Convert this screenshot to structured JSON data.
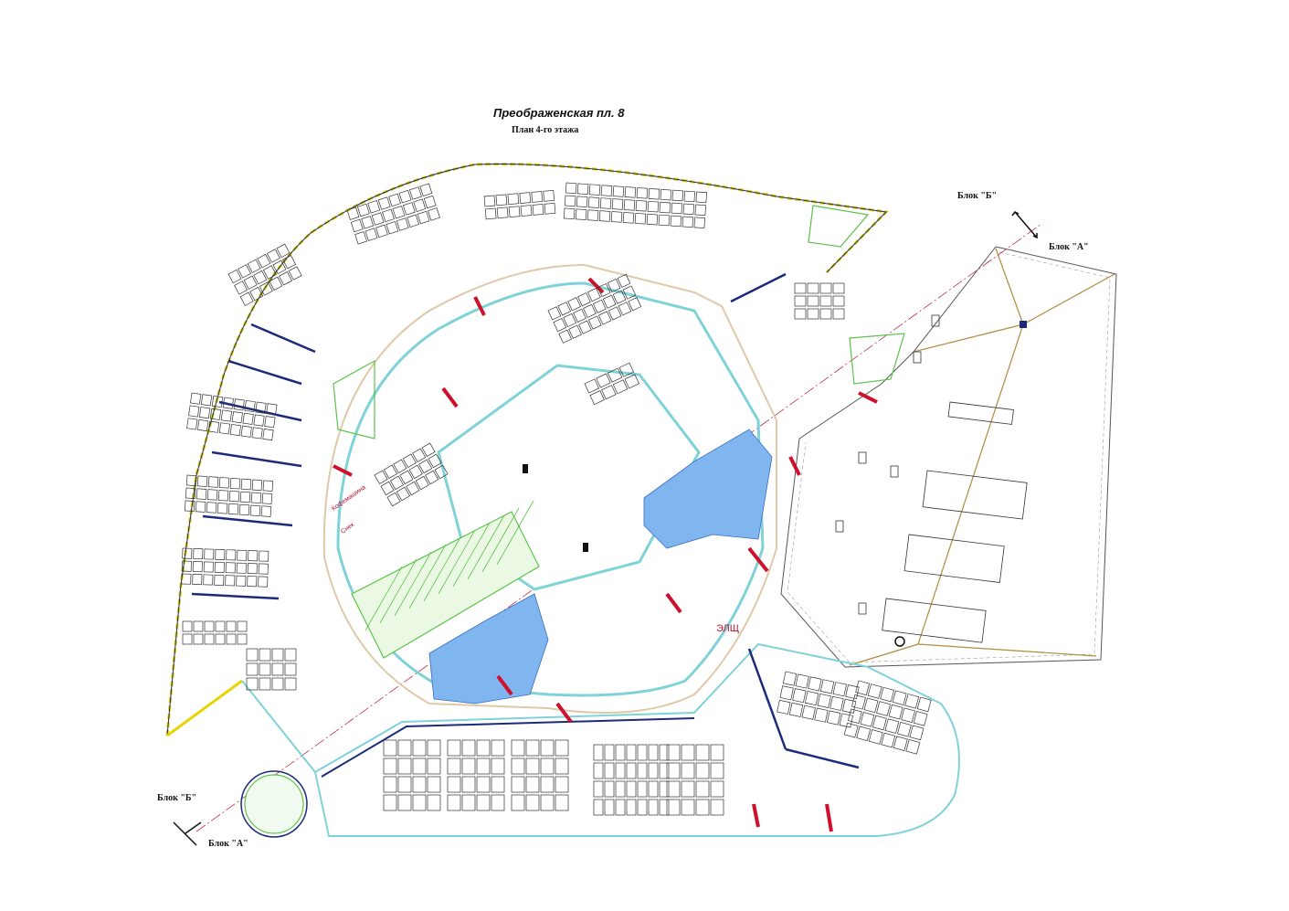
{
  "header": {
    "title": "Преображенская пл. 8",
    "subtitle": "План 4-го этажа"
  },
  "block_labels": {
    "top_b": "Блок \"Б\"",
    "top_a": "Блок \"А\"",
    "bottom_b": "Блок \"Б\"",
    "bottom_a": "Блок \"А\""
  },
  "room_labels": {
    "electrical_panel": "ЭЛЩ",
    "coffee_machine": "Кофемашина",
    "snack": "Снек"
  },
  "colors": {
    "outline_yellow": "#e8d400",
    "wall_cyan": "#7fd3d8",
    "wall_red": "#d0102a",
    "wall_navy": "#1c2a7a",
    "green_area": "#5cc24a",
    "water_blue": "#7fb6f0",
    "grid_tan": "#b08a40"
  }
}
